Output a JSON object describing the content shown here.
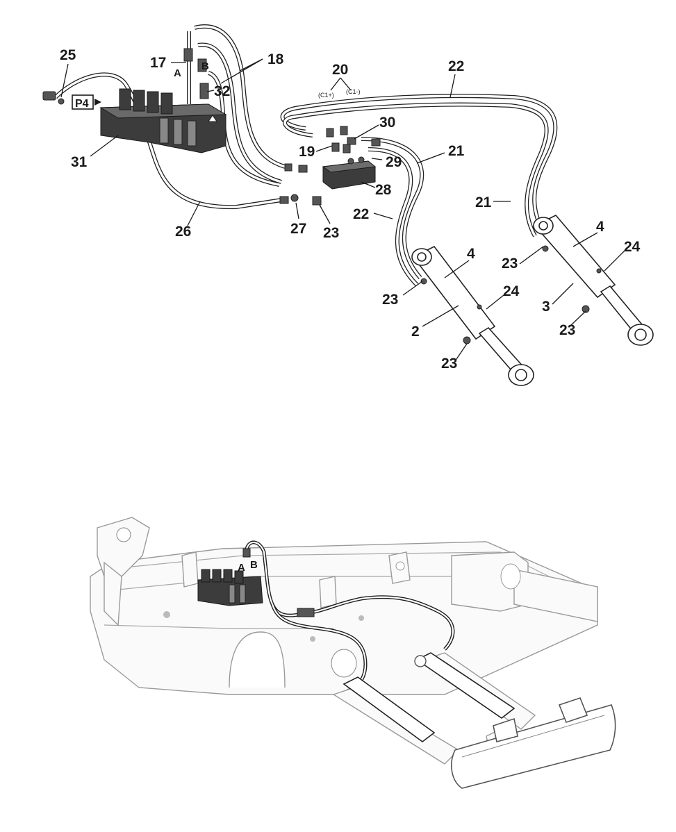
{
  "callouts": {
    "c25": "25",
    "c17": "17",
    "c18": "18",
    "c20": "20",
    "c22a": "22",
    "c32": "32",
    "c30": "30",
    "c31": "31",
    "c19": "19",
    "c21a": "21",
    "c29": "29",
    "c28": "28",
    "c21b": "21",
    "c26": "26",
    "c27": "27",
    "c23a": "23",
    "c22b": "22",
    "c4a": "4",
    "c24a": "24",
    "c4b": "4",
    "c24b": "24",
    "c23b": "23",
    "c23c": "23",
    "c3": "3",
    "c2": "2",
    "c23d": "23",
    "c23e": "23"
  },
  "labels": {
    "p4": "P4",
    "port_a": "A",
    "port_b": "B",
    "c1_plus": "(C1+)",
    "c1_minus": "(C1-)",
    "machine_port_a": "A",
    "machine_port_b": "B"
  },
  "colors": {
    "ink": "#1a1a1a",
    "frame": "#9a9a9a",
    "valve": "#3c3c3c"
  }
}
